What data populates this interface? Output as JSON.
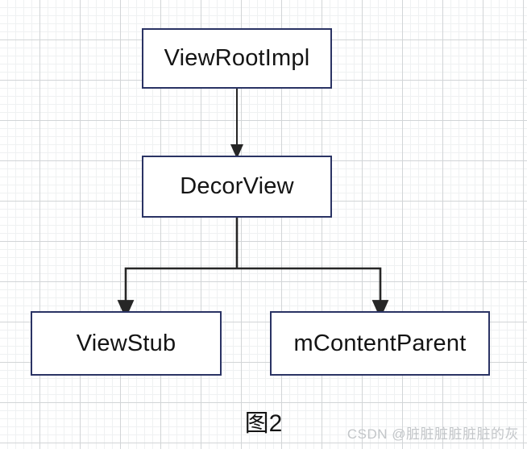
{
  "diagram": {
    "caption": "图2",
    "watermark": "CSDN @脏脏脏脏脏脏的灰",
    "colors": {
      "node_border": "#2a3364",
      "node_fill": "#ffffff",
      "edge": "#262626",
      "text": "#141414",
      "grid_minor": "#eff1f2",
      "grid_major": "#d2d5d7",
      "watermark": "#c3c6c9"
    },
    "nodes": [
      {
        "id": "viewrootimpl",
        "label": "ViewRootImpl"
      },
      {
        "id": "decorview",
        "label": "DecorView"
      },
      {
        "id": "viewstub",
        "label": "ViewStub"
      },
      {
        "id": "mcontentparent",
        "label": "mContentParent"
      }
    ],
    "edges": [
      {
        "from": "ViewRootImpl",
        "to": "DecorView",
        "style": "straight-arrow"
      },
      {
        "from": "DecorView",
        "to": "ViewStub",
        "style": "elbow-arrow"
      },
      {
        "from": "DecorView",
        "to": "mContentParent",
        "style": "elbow-arrow"
      }
    ]
  }
}
